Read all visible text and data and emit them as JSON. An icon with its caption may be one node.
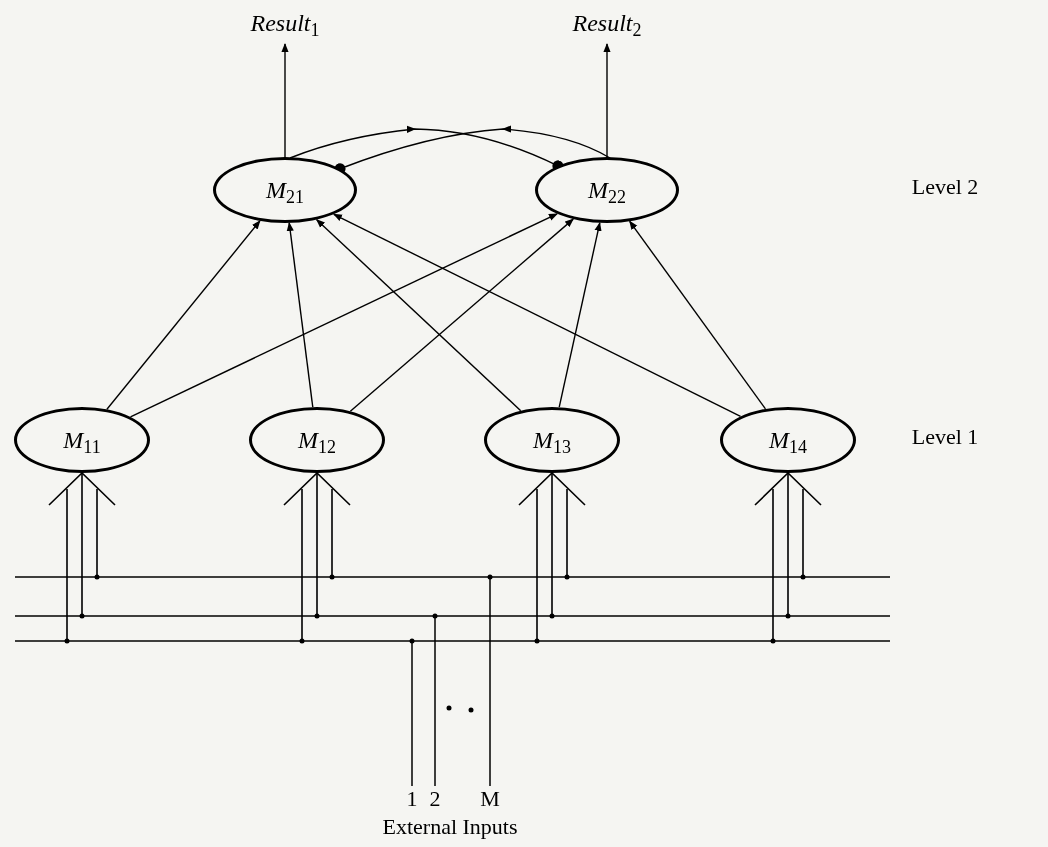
{
  "diagram": {
    "nodes": [
      {
        "text": [
          "*Result*$_{1}$"
        ]
      },
      {
        "text": [
          "*Result*$_{2}$"
        ]
      },
      {
        "text": [
          "*M*$_{21}$"
        ]
      },
      {
        "text": [
          "*M*$_{22}$"
        ]
      },
      {
        "text": [
          "*M*$_{11}$"
        ]
      },
      {
        "text": [
          "*M*$_{12}$"
        ]
      },
      {
        "text": [
          "*M*$_{13}$"
        ]
      },
      {
        "text": [
          "*M*$_{14}$"
        ]
      }
    ],
    "edges": [
      {
        "from": 2,
        "to": 0,
        "arrow": "to"
      },
      {
        "from": 3,
        "to": 1,
        "arrow": "to"
      },
      {
        "from": 2,
        "to": 3,
        "arrow": "other"
      },
      {
        "from": 3,
        "to": 2,
        "arrow": "other"
      },
      {
        "from": 4,
        "to": 2,
        "arrow": "to"
      },
      {
        "from": 4,
        "to": 3,
        "arrow": "to"
      },
      {
        "from": 5,
        "to": 2,
        "arrow": "to"
      },
      {
        "from": 5,
        "to": 3,
        "arrow": "to"
      },
      {
        "from": 6,
        "to": 2,
        "arrow": "to"
      },
      {
        "from": 6,
        "to": 3,
        "arrow": "to"
      },
      {
        "from": 7,
        "to": 2,
        "arrow": "to"
      },
      {
        "from": 7,
        "to": 3,
        "arrow": "to"
      },
      {
        "from": null,
        "to": 4,
        "arrow": "to"
      },
      {
        "from": null,
        "to": 5,
        "arrow": "to"
      },
      {
        "from": null,
        "to": 6,
        "arrow": "to"
      },
      {
        "from": null,
        "to": 7,
        "arrow": "to"
      }
    ],
    "labels": [
      "Level 2",
      "Level 1",
      "1",
      "2",
      "M",
      "External Inputs"
    ]
  }
}
